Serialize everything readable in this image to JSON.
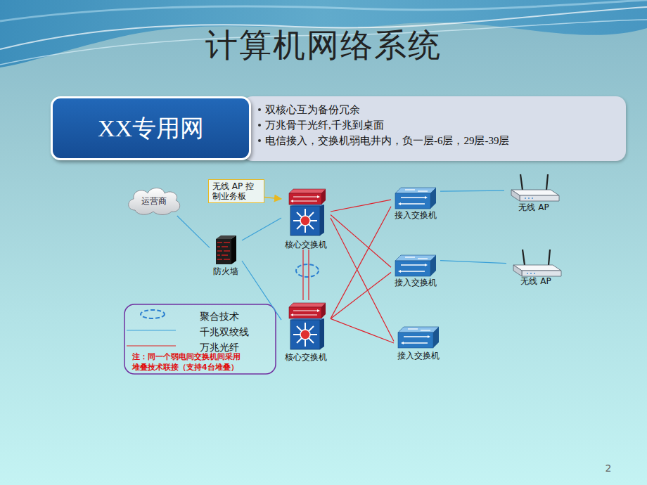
{
  "diagram": {
    "title": "计算机网络系统",
    "nodes": [
      {
        "text": [
          "XX专用网"
        ]
      },
      {
        "text": [
          "双核心互为备份冗余",
          "万兆骨干光纤,千兆到桌面",
          "电信接入，交换机弱电井内，负一层-6层，29层-39层"
        ]
      },
      {
        "text": [
          "运营商"
        ]
      },
      {
        "text": [
          "无线 AP 控 制业务板"
        ]
      },
      {
        "text": [
          "核心交换机"
        ]
      },
      {
        "text": [
          "接入交换机"
        ]
      },
      {
        "text": [
          "无线 AP"
        ]
      },
      {
        "text": [
          "防火墙"
        ]
      },
      {
        "text": [
          "接入交换机"
        ]
      },
      {
        "text": [
          "无线 AP"
        ]
      },
      {
        "text": [
          "核心交换机"
        ]
      },
      {
        "text": [
          "接入交换机"
        ]
      }
    ],
    "edges": [
      {
        "from": 2,
        "to": 7,
        "arrow": "none"
      },
      {
        "from": 7,
        "to": 4,
        "arrow": "none"
      },
      {
        "from": 7,
        "to": 10,
        "arrow": "none"
      },
      {
        "from": 4,
        "to": 10,
        "arrow": "none"
      },
      {
        "from": 4,
        "to": 5,
        "arrow": "none"
      },
      {
        "from": 4,
        "to": 8,
        "arrow": "none"
      },
      {
        "from": 4,
        "to": 11,
        "arrow": "none"
      },
      {
        "from": 10,
        "to": 5,
        "arrow": "none"
      },
      {
        "from": 10,
        "to": 8,
        "arrow": "none"
      },
      {
        "from": 10,
        "to": 11,
        "arrow": "none"
      },
      {
        "from": 5,
        "to": 6,
        "arrow": "none"
      },
      {
        "from": 8,
        "to": 9,
        "arrow": "none"
      },
      {
        "from": 3,
        "to": 4,
        "arrow": "to"
      }
    ],
    "labels": [
      "注：同一个弱电间交换机间采用 堆叠技术联接（支持4台堆叠）",
      "2"
    ],
    "legend": [
      {
        "text": "聚合技术"
      },
      {
        "text": "千兆双绞线"
      },
      {
        "text": "万兆光纤"
      }
    ]
  }
}
